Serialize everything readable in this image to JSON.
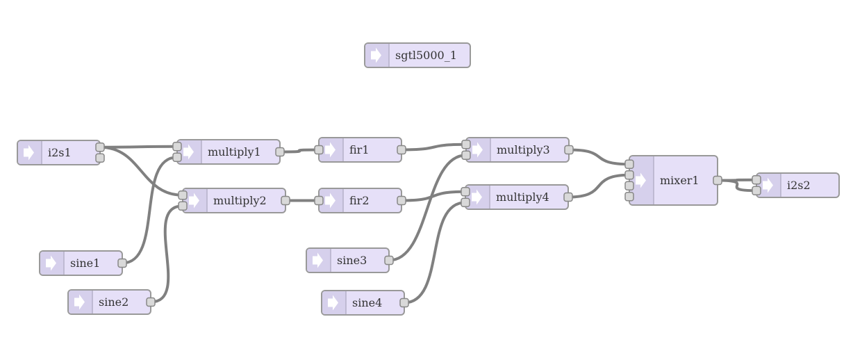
{
  "nodes": [
    {
      "id": "sgtl5000_1",
      "label": "sgtl5000_1",
      "inputs": 0,
      "outputs": 0
    },
    {
      "id": "i2s1",
      "label": "i2s1",
      "inputs": 0,
      "outputs": 2
    },
    {
      "id": "multiply1",
      "label": "multiply1",
      "inputs": 2,
      "outputs": 1
    },
    {
      "id": "multiply2",
      "label": "multiply2",
      "inputs": 2,
      "outputs": 1
    },
    {
      "id": "fir1",
      "label": "fir1",
      "inputs": 1,
      "outputs": 1
    },
    {
      "id": "fir2",
      "label": "fir2",
      "inputs": 1,
      "outputs": 1
    },
    {
      "id": "multiply3",
      "label": "multiply3",
      "inputs": 2,
      "outputs": 1
    },
    {
      "id": "multiply4",
      "label": "multiply4",
      "inputs": 2,
      "outputs": 1
    },
    {
      "id": "mixer1",
      "label": "mixer1",
      "inputs": 4,
      "outputs": 1
    },
    {
      "id": "i2s2",
      "label": "i2s2",
      "inputs": 2,
      "outputs": 0
    },
    {
      "id": "sine1",
      "label": "sine1",
      "inputs": 0,
      "outputs": 1
    },
    {
      "id": "sine2",
      "label": "sine2",
      "inputs": 0,
      "outputs": 1
    },
    {
      "id": "sine3",
      "label": "sine3",
      "inputs": 0,
      "outputs": 1
    },
    {
      "id": "sine4",
      "label": "sine4",
      "inputs": 0,
      "outputs": 1
    }
  ],
  "connections": [
    {
      "from": "i2s1",
      "out": 0,
      "to": "multiply1",
      "in": 0
    },
    {
      "from": "i2s1",
      "out": 0,
      "to": "multiply2",
      "in": 0
    },
    {
      "from": "sine1",
      "out": 0,
      "to": "multiply1",
      "in": 1
    },
    {
      "from": "sine2",
      "out": 0,
      "to": "multiply2",
      "in": 1
    },
    {
      "from": "multiply1",
      "out": 0,
      "to": "fir1",
      "in": 0
    },
    {
      "from": "multiply2",
      "out": 0,
      "to": "fir2",
      "in": 0
    },
    {
      "from": "fir1",
      "out": 0,
      "to": "multiply3",
      "in": 0
    },
    {
      "from": "fir2",
      "out": 0,
      "to": "multiply4",
      "in": 0
    },
    {
      "from": "sine3",
      "out": 0,
      "to": "multiply3",
      "in": 1
    },
    {
      "from": "sine4",
      "out": 0,
      "to": "multiply4",
      "in": 1
    },
    {
      "from": "multiply3",
      "out": 0,
      "to": "mixer1",
      "in": 0
    },
    {
      "from": "multiply4",
      "out": 0,
      "to": "mixer1",
      "in": 1
    },
    {
      "from": "mixer1",
      "out": 0,
      "to": "i2s2",
      "in": 0
    },
    {
      "from": "mixer1",
      "out": 0,
      "to": "i2s2",
      "in": 1
    }
  ]
}
